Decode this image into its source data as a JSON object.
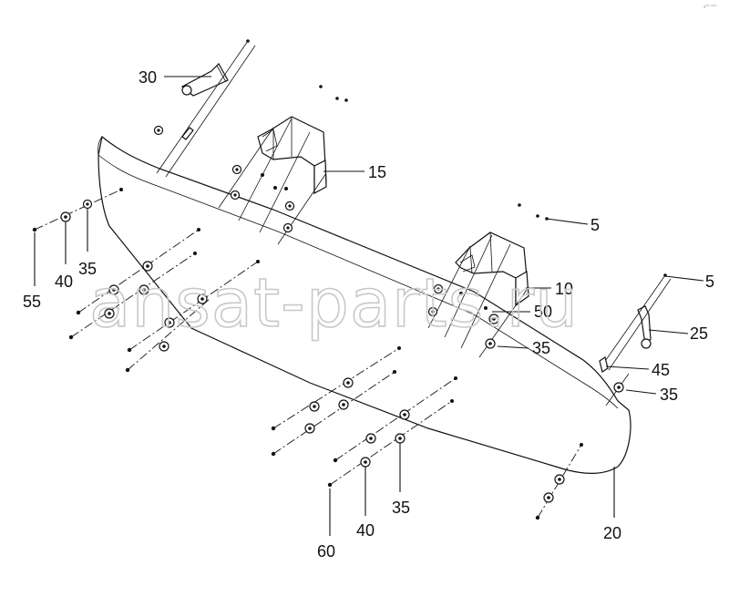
{
  "diagram": {
    "corner_mark": "z²⁰ ⁰⁰⁰",
    "watermark": "ansat-parts.ru",
    "callouts": [
      {
        "id": "c30",
        "label": "30"
      },
      {
        "id": "c15",
        "label": "15"
      },
      {
        "id": "c5a",
        "label": "5"
      },
      {
        "id": "c10",
        "label": "10"
      },
      {
        "id": "c5b",
        "label": "5"
      },
      {
        "id": "c50",
        "label": "50"
      },
      {
        "id": "c25",
        "label": "25"
      },
      {
        "id": "c35a",
        "label": "35"
      },
      {
        "id": "c45",
        "label": "45"
      },
      {
        "id": "c35b",
        "label": "35"
      },
      {
        "id": "c55",
        "label": "55"
      },
      {
        "id": "c40a",
        "label": "40"
      },
      {
        "id": "c35c",
        "label": "35"
      },
      {
        "id": "c60",
        "label": "60"
      },
      {
        "id": "c40b",
        "label": "40"
      },
      {
        "id": "c35d",
        "label": "35"
      },
      {
        "id": "c20",
        "label": "20"
      }
    ]
  }
}
